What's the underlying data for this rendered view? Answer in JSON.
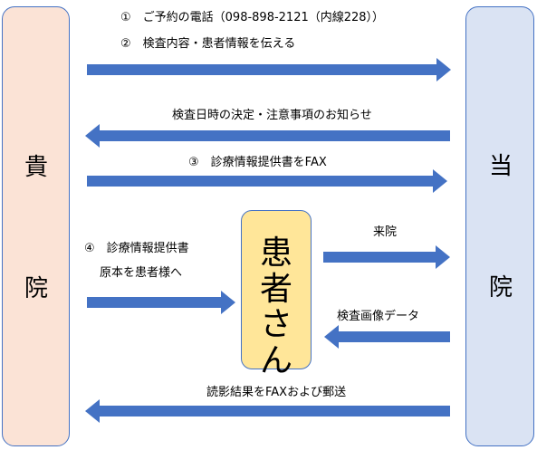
{
  "left_box": {
    "chars": [
      "貴",
      "院"
    ],
    "color": "#fbe3d6"
  },
  "right_box": {
    "chars": [
      "当",
      "院"
    ],
    "color": "#dae3f3"
  },
  "patient_box": {
    "label": "患者さん",
    "color": "#ffe699"
  },
  "arrow_color": "#4472c4",
  "steps": {
    "step1": "①　ご予約の電話（098-898-2121（内線228））",
    "step2": "②　検査内容・患者情報を伝える",
    "schedule": "検査日時の決定・注意事項のお知らせ",
    "step3": "③　診療情報提供書をFAX",
    "step4_line1": "④　診療情報提供書",
    "step4_line2": "原本を患者様へ",
    "visit": "来院",
    "images": "検査画像データ",
    "report": "読影結果をFAXおよび郵送"
  }
}
